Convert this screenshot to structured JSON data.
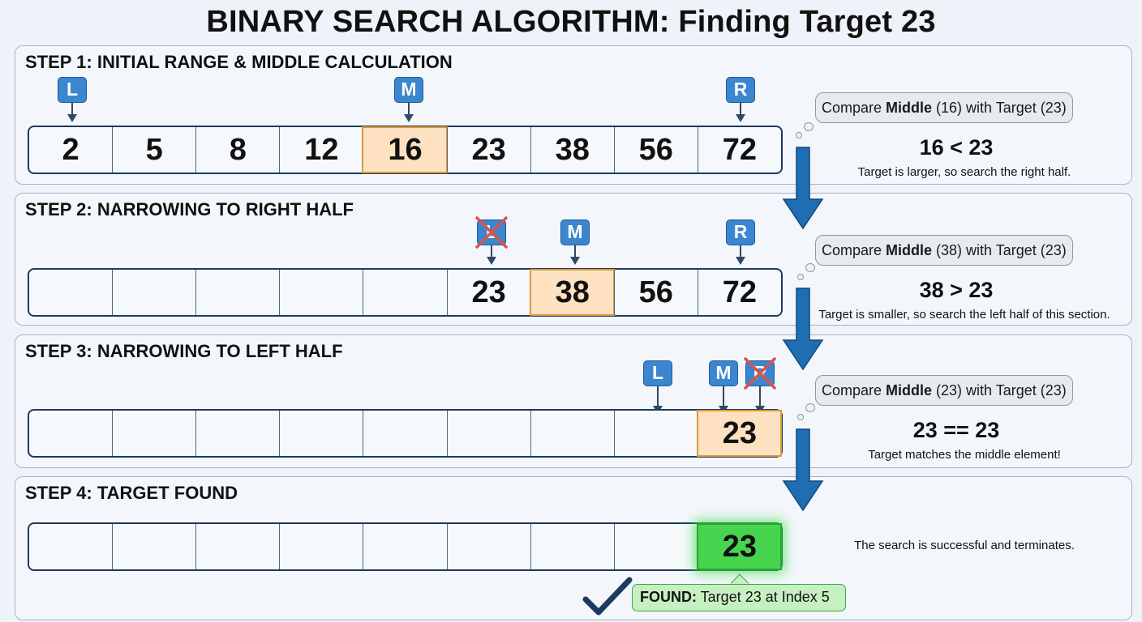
{
  "title": "BINARY SEARCH ALGORITHM: Finding Target 23",
  "colors": {
    "pointer_badge": "#3b86cf",
    "middle_highlight": "#fde1c0",
    "found_highlight": "#47d44f",
    "flow_arrow": "#1f6db3",
    "eliminated_x": "#d9534f"
  },
  "icons": {
    "flow_arrow": "down-arrow-icon",
    "eliminated": "x-mark-icon",
    "success": "checkmark-icon"
  },
  "steps": [
    {
      "title": "STEP 1: INITIAL RANGE & MIDDLE CALCULATION",
      "cells": [
        "2",
        "5",
        "8",
        "12",
        "16",
        "23",
        "38",
        "56",
        "72"
      ],
      "pointers": [
        "L",
        "M",
        "R"
      ],
      "bubble": {
        "prefix": "Compare ",
        "strong": "Middle",
        "suffix": " (16) with Target (23)"
      },
      "comparison": "16 < 23",
      "note": "Target is larger, so search the right half."
    },
    {
      "title": "STEP 2: NARROWING TO RIGHT HALF",
      "cells": [
        "",
        "",
        "",
        "",
        "",
        "23",
        "38",
        "56",
        "72"
      ],
      "pointers": [
        "L",
        "M",
        "R"
      ],
      "bubble": {
        "prefix": "Compare ",
        "strong": "Middle",
        "suffix": " (38) with Target (23)"
      },
      "comparison": "38 > 23",
      "note": "Target is smaller, so search the left half of this section."
    },
    {
      "title": "STEP 3: NARROWING TO LEFT HALF",
      "cells": [
        "",
        "",
        "",
        "",
        "",
        "",
        "",
        "",
        "23"
      ],
      "pointers": [
        "L",
        "M",
        "R"
      ],
      "bubble": {
        "prefix": "Compare ",
        "strong": "Middle",
        "suffix": " (23) with Target (23)"
      },
      "comparison": "23 == 23",
      "note": "Target matches the middle element!"
    },
    {
      "title": "STEP 4: TARGET FOUND",
      "cells": [
        "",
        "",
        "",
        "",
        "",
        "",
        "",
        "",
        "23"
      ],
      "note": "The search is successful and terminates.",
      "found": {
        "strong": "FOUND:",
        "text": " Target 23 at Index 5"
      }
    }
  ]
}
